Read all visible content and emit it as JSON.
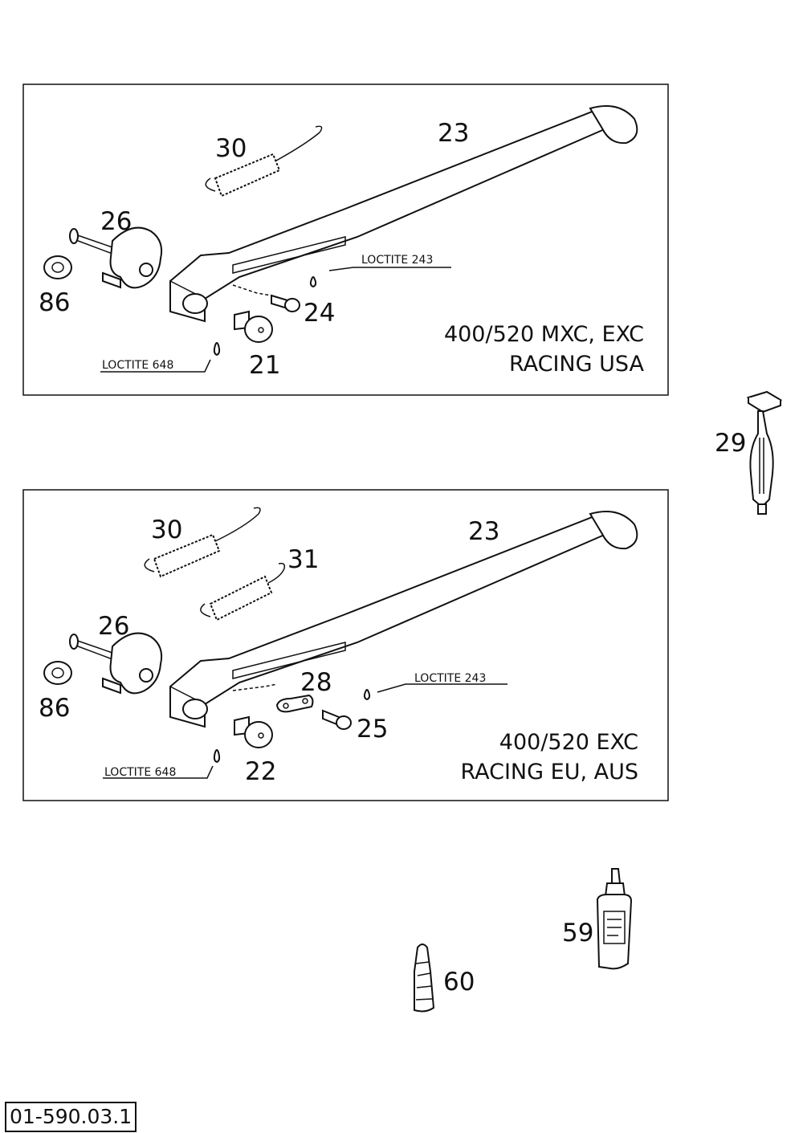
{
  "drawing_code": "01-590.03.1",
  "panel_usa": {
    "caption_line1": "400/520 MXC, EXC",
    "caption_line2": "RACING USA",
    "loctite_243": "LOCTITE 243",
    "loctite_648": "LOCTITE 648",
    "labels": {
      "stand": "23",
      "spring": "30",
      "plate": "26",
      "nut": "86",
      "screw": "24",
      "bolt": "21"
    }
  },
  "panel_eu": {
    "caption_line1": "400/520 EXC",
    "caption_line2": "RACING EU, AUS",
    "loctite_243": "LOCTITE 243",
    "loctite_648": "LOCTITE 648",
    "labels": {
      "stand": "23",
      "spring_a": "30",
      "spring_b": "31",
      "plate": "26",
      "nut": "86",
      "bracket": "28",
      "screw": "25",
      "bolt": "22"
    }
  },
  "loose_parts": {
    "tool": "29",
    "tube": "59",
    "bottle": "60"
  }
}
